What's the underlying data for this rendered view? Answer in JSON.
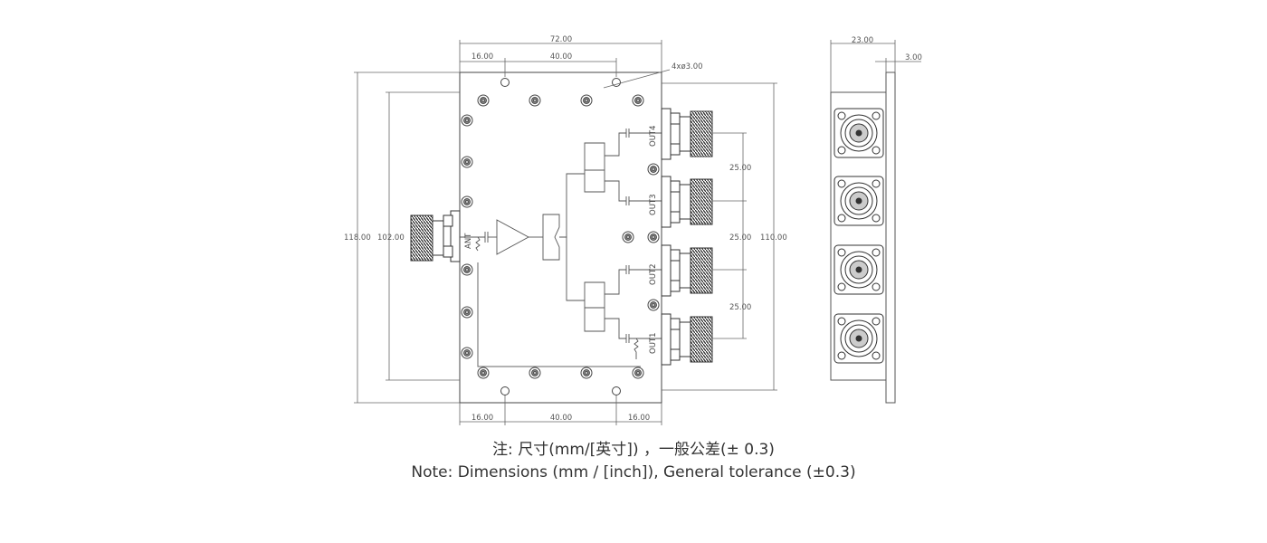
{
  "drawing": {
    "dimensions": {
      "top_overall": "72.00",
      "top_left": "16.00",
      "top_middle": "40.00",
      "holes": "4xø3.00",
      "bottom_left": "16.00",
      "bottom_middle": "40.00",
      "bottom_right": "16.00",
      "left_outer": "118.00",
      "left_inner": "102.00",
      "right_height": "110.00",
      "pitch_1": "25.00",
      "pitch_2": "25.00",
      "pitch_3": "25.00",
      "side_width": "23.00",
      "side_flange": "3.00"
    },
    "ports": {
      "input": "ANT",
      "out1": "OUT1",
      "out2": "OUT2",
      "out3": "OUT3",
      "out4": "OUT4"
    }
  },
  "note": {
    "line_zh": "注: 尺寸(mm/[英寸]) ，一般公差(± 0.3)",
    "line_en": "Note: Dimensions (mm / [inch]), General tolerance (±0.3)"
  }
}
